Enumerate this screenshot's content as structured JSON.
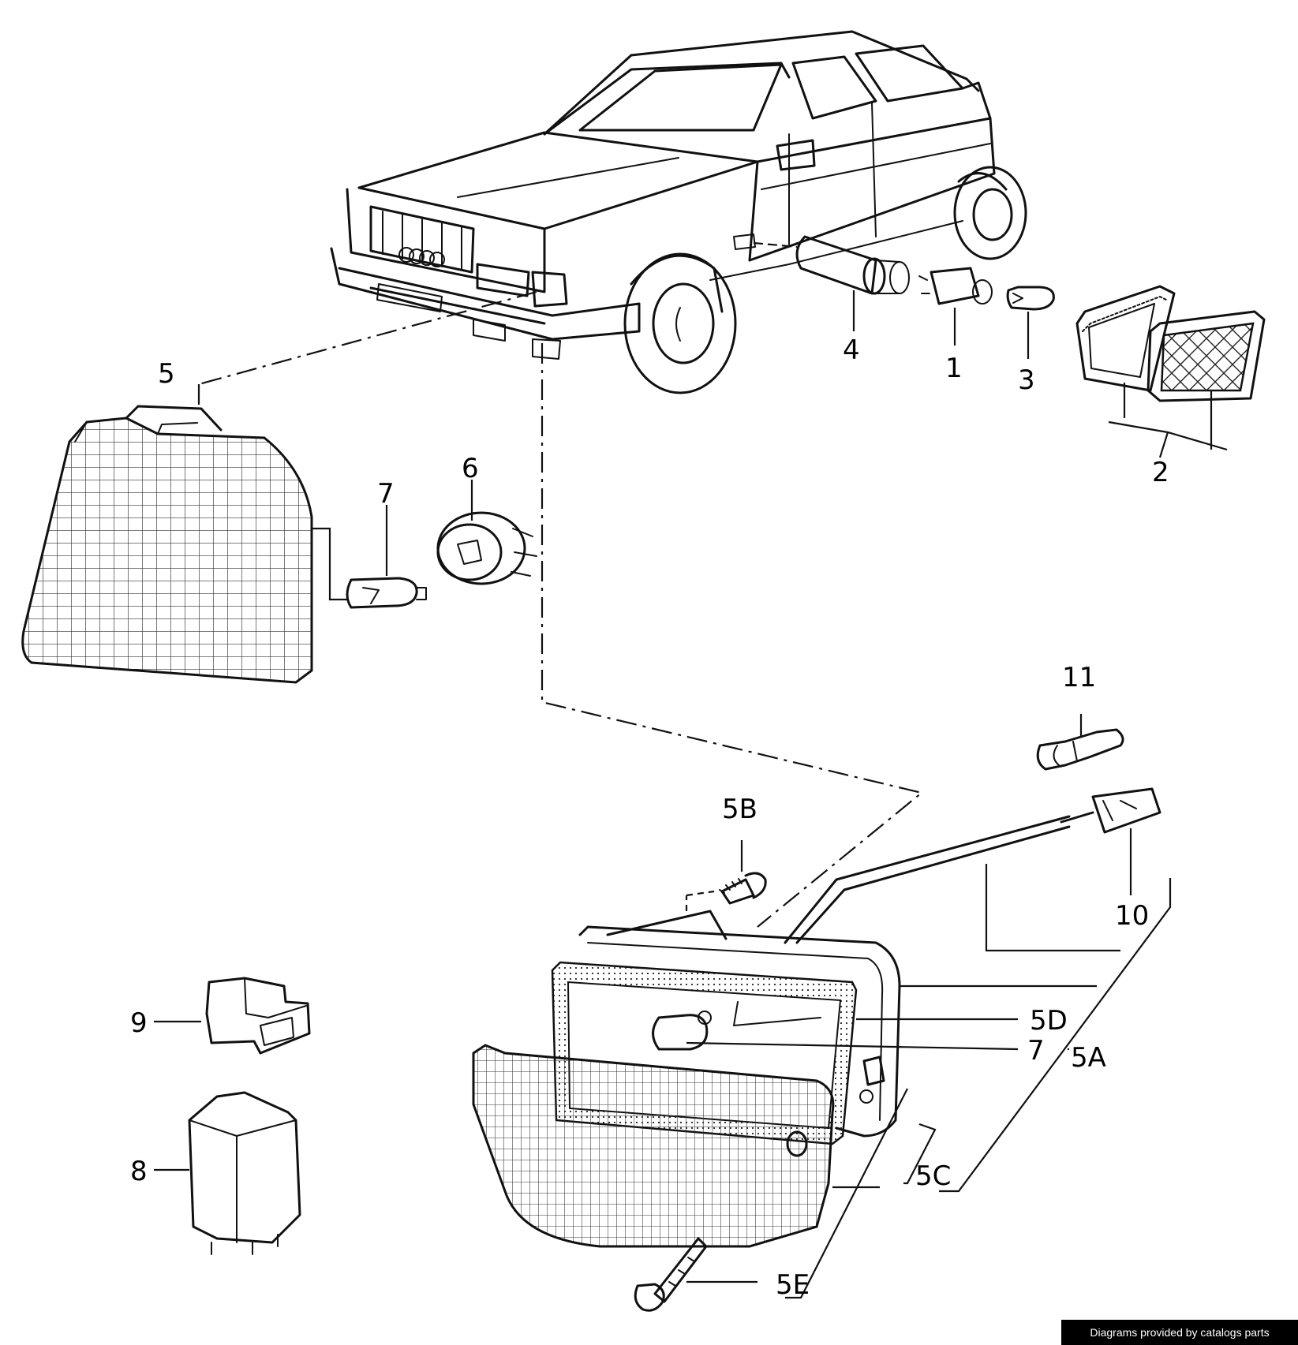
{
  "labels": {
    "p1": "1",
    "p2": "2",
    "p3": "3",
    "p4": "4",
    "p5": "5",
    "p6": "6",
    "p7_top": "7",
    "p7_lower": "7",
    "p8": "8",
    "p9": "9",
    "p10": "10",
    "p11": "11",
    "p5A": "5A",
    "p5B": "5B",
    "p5C": "5C",
    "p5D": "5D",
    "p5E": "5E"
  },
  "credit": "Diagrams provided by catalogs parts"
}
